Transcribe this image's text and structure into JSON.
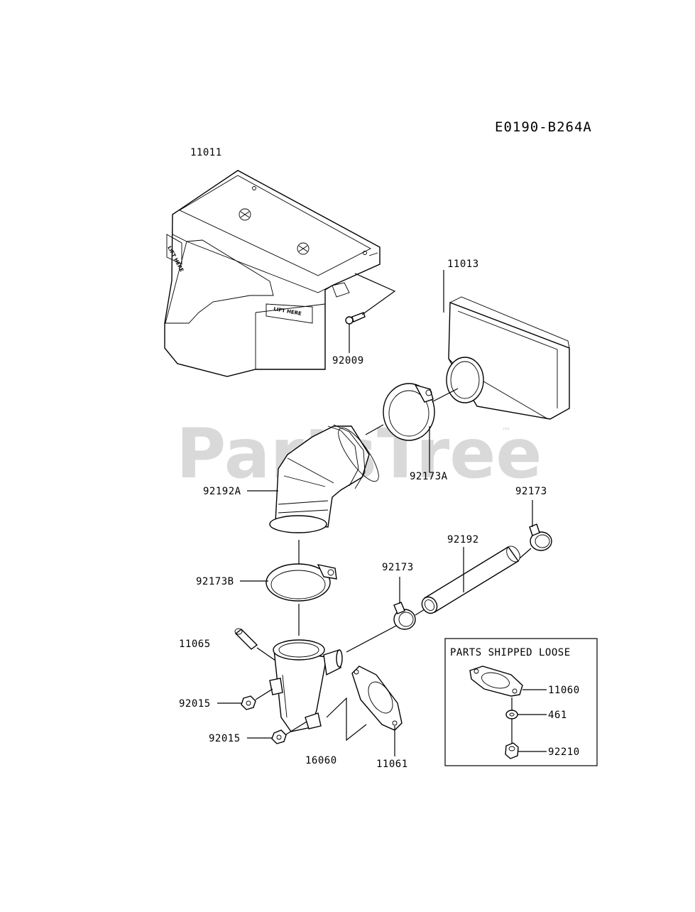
{
  "diagram_code": "E0190-B264A",
  "watermark": {
    "text": "PartsTree",
    "mark": "™"
  },
  "housing_marking": "LIFT HERE",
  "callouts": {
    "p11011": "11011",
    "p11013": "11013",
    "p92009": "92009",
    "p92173A": "92173A",
    "p92192A": "92192A",
    "p92173_top": "92173",
    "p92192": "92192",
    "p92173_mid": "92173",
    "p92173B": "92173B",
    "p11065": "11065",
    "p92015_a": "92015",
    "p92015_b": "92015",
    "p16060": "16060",
    "p11061": "11061"
  },
  "loose_parts": {
    "title": "PARTS SHIPPED LOOSE",
    "p11060": "11060",
    "p461": "461",
    "p92210": "92210"
  }
}
